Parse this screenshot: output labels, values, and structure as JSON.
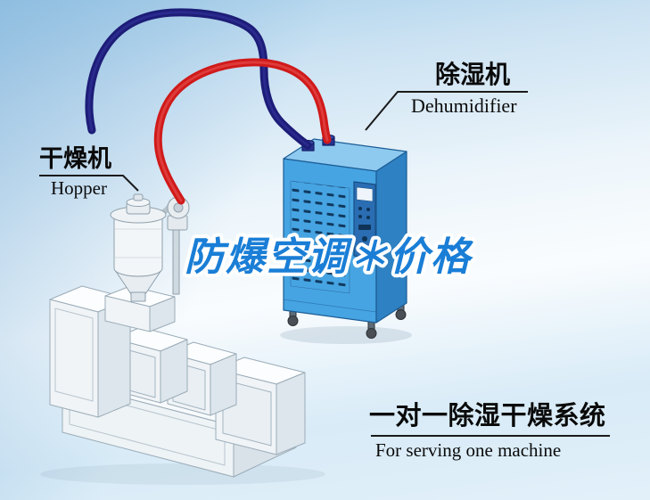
{
  "labels": {
    "dryer": {
      "cn": "干燥机",
      "en": "Hopper"
    },
    "dehumidifier": {
      "cn": "除湿机",
      "en": "Dehumidifier"
    },
    "watermark": "防爆空调＊价格",
    "system": {
      "cn": "一对一除湿干燥系统",
      "en": "For serving one machine"
    }
  },
  "colors": {
    "watermark_blue": "#1a7ed6",
    "hose_navy": "#1d1d78",
    "hose_red": "#d01a1a",
    "dehumidifier_front_blue": "#46a4e2",
    "dehumidifier_side_blue": "#2e81c2",
    "dehumidifier_top_blue": "#8ec9ef",
    "label_text": "#0a0a0a"
  },
  "illustrations": {
    "dehumidifier": "industrial dehumidifier: blue cabinet, vent grid, control panel, two top air ports, caster wheels",
    "hopper": "drying hopper with lid, cone outlet and side blower mounted on machine inlet",
    "extruder": "isometric white extrusion/injection machine with stepped cabinets",
    "navy_hose": "dark blue dry-air hose from hopper area to dehumidifier top port",
    "red_hose": "red return-air hose from hopper blower to dehumidifier top port"
  }
}
